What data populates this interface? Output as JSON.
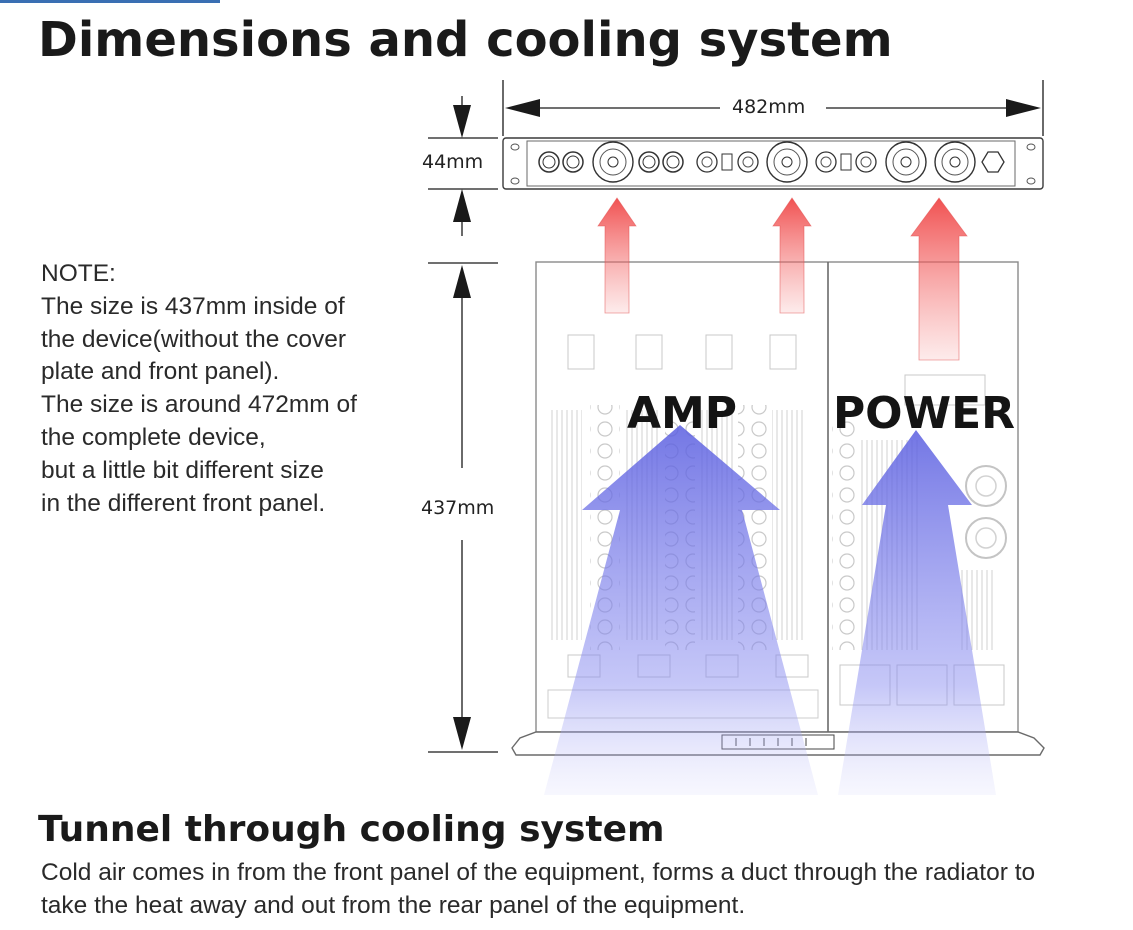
{
  "title": "Dimensions and cooling system",
  "note_lines": [
    "NOTE:",
    "The size is 437mm inside of",
    "the device(without the cover",
    "plate and front panel).",
    "The size is around 472mm of",
    "the complete device,",
    "but a little bit different size",
    "in the different front panel."
  ],
  "dimensions": {
    "width": "482mm",
    "height": "44mm",
    "depth": "437mm"
  },
  "labels": {
    "amp": "AMP",
    "power": "POWER"
  },
  "section_title": "Tunnel through cooling system",
  "description_lines": [
    "Cold air comes in from the front panel of the equipment, forms a duct through the radiator to",
    "take the heat away and out from the rear panel of the equipment."
  ],
  "colors": {
    "hot_air": "#f25b5b",
    "cold_air": "#6f72e6",
    "line": "#1a1a1a"
  }
}
